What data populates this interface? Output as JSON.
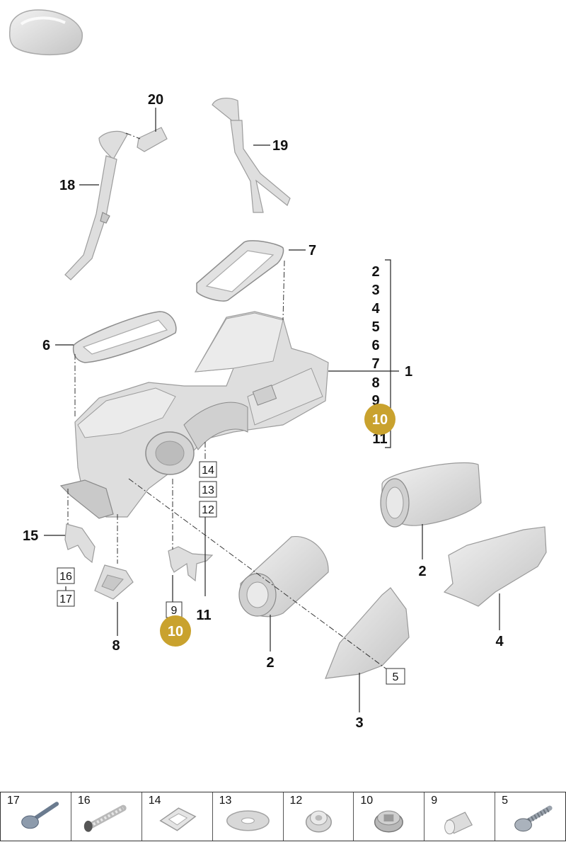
{
  "callouts": {
    "c20": "20",
    "c19": "19",
    "c18": "18",
    "c7": "7",
    "c6": "6",
    "c1": "1",
    "c15": "15",
    "c8": "8",
    "c11": "11",
    "c2a": "2",
    "c2b": "2",
    "c4": "4",
    "c3": "3"
  },
  "group_list": [
    "2",
    "3",
    "4",
    "5",
    "6",
    "7",
    "8",
    "9",
    "10",
    "11"
  ],
  "boxed": {
    "b14": "14",
    "b13": "13",
    "b12": "12",
    "b16": "16",
    "b17": "17",
    "b9": "9",
    "b5": "5"
  },
  "highlight": {
    "badge_a": "10",
    "badge_b": "10",
    "color": "#c9a22e"
  },
  "parts_table": [
    {
      "number": "17",
      "icon": "bolt-icon"
    },
    {
      "number": "16",
      "icon": "expansion-rivet-icon"
    },
    {
      "number": "14",
      "icon": "spring-clip-icon"
    },
    {
      "number": "13",
      "icon": "washer-icon"
    },
    {
      "number": "12",
      "icon": "grommet-icon"
    },
    {
      "number": "10",
      "icon": "rubber-mount-icon"
    },
    {
      "number": "9",
      "icon": "spacer-sleeve-icon"
    },
    {
      "number": "5",
      "icon": "screw-icon"
    }
  ]
}
